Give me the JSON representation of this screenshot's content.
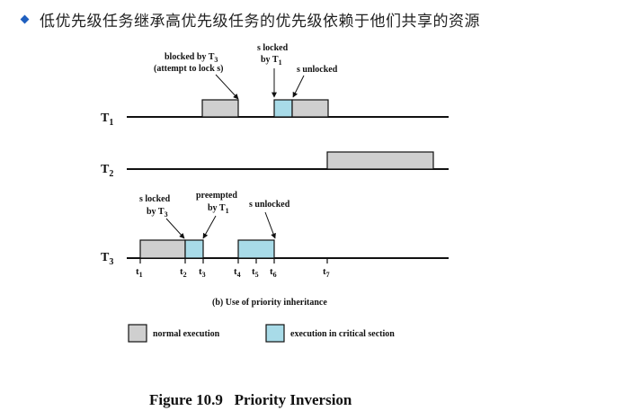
{
  "header": {
    "bullet_text": "低优先级任务继承高优先级任务的优先级依赖于他们共享的资源"
  },
  "tasks": [
    {
      "name": "T",
      "sub": "1"
    },
    {
      "name": "T",
      "sub": "2"
    },
    {
      "name": "T",
      "sub": "3"
    }
  ],
  "annotations": {
    "t1_blocked_line1_pre": "blocked by T",
    "t1_blocked_line1_sub": "3",
    "t1_blocked_line2": "(attempt to lock s)",
    "t1_slocked_line1": "s locked",
    "t1_slocked_line2_pre": "by T",
    "t1_slocked_line2_sub": "1",
    "t1_sunlocked": "s unlocked",
    "t3_slocked_line1": "s locked",
    "t3_slocked_line2_pre": "by T",
    "t3_slocked_line2_sub": "3",
    "t3_preempted_line1": "preempted",
    "t3_preempted_line2_pre": "by T",
    "t3_preempted_line2_sub": "1",
    "t3_sunlocked": "s unlocked"
  },
  "time_ticks": [
    {
      "label": "t",
      "sub": "1"
    },
    {
      "label": "t",
      "sub": "2"
    },
    {
      "label": "t",
      "sub": "3"
    },
    {
      "label": "t",
      "sub": "4"
    },
    {
      "label": "t",
      "sub": "5"
    },
    {
      "label": "t",
      "sub": "6"
    },
    {
      "label": "t",
      "sub": "7"
    }
  ],
  "subcaption": "(b) Use of priority inheritance",
  "legend": {
    "normal": "normal execution",
    "critical": "execution in critical section"
  },
  "figure_caption": "Figure 10.9   Priority Inversion",
  "colors": {
    "normal": "#cfcfcf",
    "critical": "#a8dbe8",
    "bullet": "#1f5fbf"
  }
}
